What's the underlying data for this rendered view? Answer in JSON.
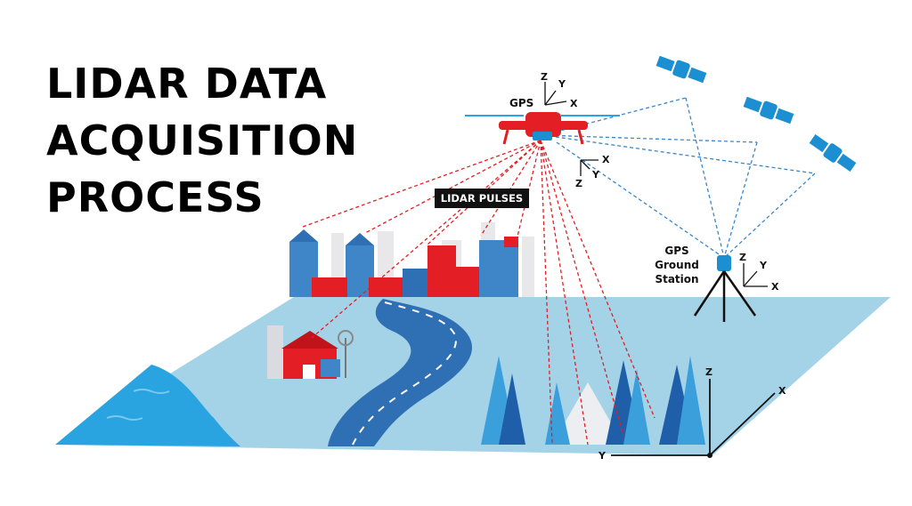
{
  "title": {
    "line1": "LIDAR DATA",
    "line2": "ACQUISITION",
    "line3": "PROCESS"
  },
  "labels": {
    "gps": "GPS",
    "lidar_pulses": "LIDAR PULSES",
    "ground_station_line1": "GPS",
    "ground_station_line2": "Ground",
    "ground_station_line3": "Station"
  },
  "axes": {
    "x": "X",
    "y": "Y",
    "z": "Z"
  },
  "colors": {
    "drone": "#e31e24",
    "satellite": "#1b8fd1",
    "land": "#9ed0e6",
    "water": "#2aa4e0",
    "road": "#2f6fb3",
    "pulse_line": "#e31e24",
    "gps_line": "#3a86c8"
  },
  "icons": {
    "drone": "drone-icon",
    "satellite": "satellite-icon",
    "ground_station": "tripod-antenna-icon",
    "barn": "barn-icon",
    "windmill": "windmill-icon"
  }
}
